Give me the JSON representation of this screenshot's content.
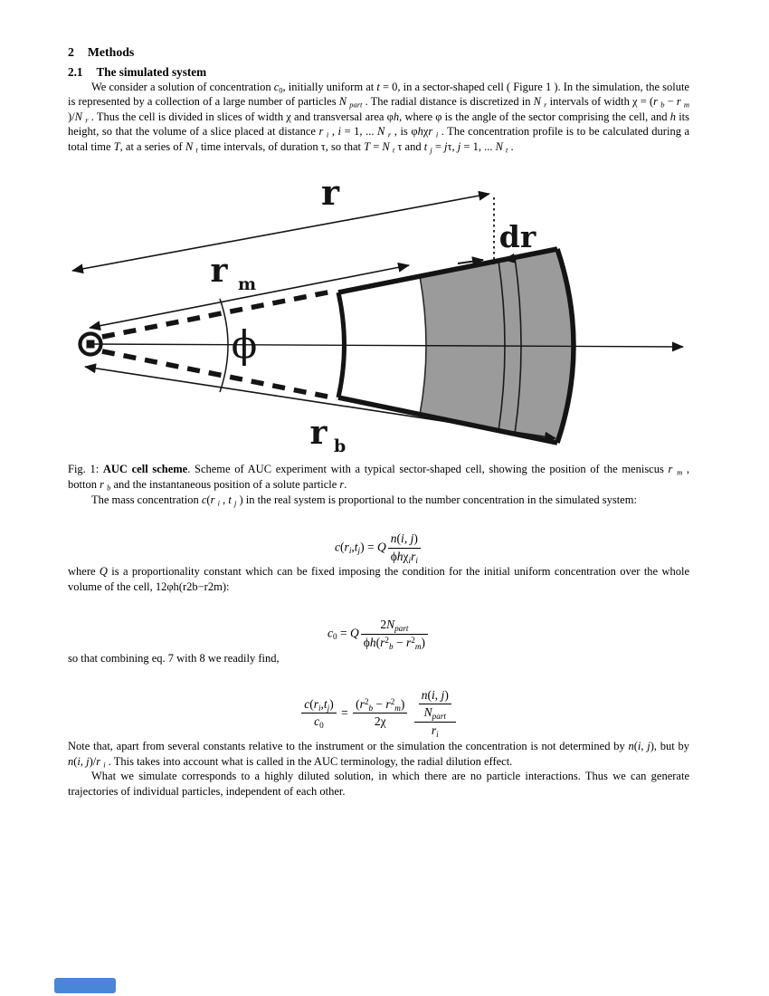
{
  "section": {
    "number": "2",
    "title": "Methods"
  },
  "subsection": {
    "number": "2.1",
    "title": "The simulated system"
  },
  "para1": "We consider a solution of concentration <i>c</i><sub>0</sub>, initially uniform at <i>t</i> = 0, in a sector-shaped cell ( Figure 1 ).  In the simulation, the solute is represented by a collection of a large number of particles <i>N</i> <sub><i>part</i></sub> . The radial distance is discretized in <i>N</i> <sub><i>r</i></sub> intervals of width χ = (<i>r</i> <sub><i>b</i></sub> − <i>r</i> <sub><i>m</i></sub> )/<i>N</i> <sub><i>r</i></sub> . Thus the cell is divided in slices of width χ and transversal area φ<i>h</i>, where φ is the angle of the sector comprising the cell, and <i>h</i> its height, so that the volume of a slice placed at distance <i>r</i> <sub><i>i</i></sub> , <i>i</i> = 1, ... <i>N</i> <sub><i>r</i></sub> , is φ<i>h</i>χ<i>r</i> <sub><i>i</i></sub> . The concentration profile is to be calculated during a total time <i>T</i>, at a series of <i>N</i> <sub><i>t</i></sub> time intervals, of duration τ, so that <i>T</i> = <i>N</i> <sub><i>t</i></sub> τ and <i>t</i> <sub><i>j</i></sub> = <i>j</i>τ, <i>j</i> = 1, ... <i>N</i> <sub><i>t</i></sub> .",
  "figure": {
    "labels": {
      "r": "r",
      "dr": "dr",
      "rm_base": "r",
      "rm_sub": "m",
      "rb_base": "r",
      "rb_sub": "b",
      "phi": "ϕ"
    },
    "shade_color": "#9b9b9b",
    "line_color": "#141414"
  },
  "caption": "Fig. 1: <b>AUC cell scheme</b>.  Scheme of AUC experiment with a typical sector-shaped cell, showing the position of the meniscus <i>r</i> <sub><i>m</i></sub> , botton <i>r</i> <sub><i>b</i></sub> and the instantaneous position of a solute particle <i>r</i>.",
  "para2": "The mass concentration <i>c</i>(<i>r</i> <sub><i>i</i></sub> , <i>t</i> <sub><i>j</i></sub> ) in the real system is proportional to the number concentration in the simulated system:",
  "eq7": "<i>c</i>(<i>r</i><sub><i>i</i></sub>,<i>t</i><sub><i>j</i></sub>) = <i>Q</i><span class='frac'><span class='num'><i>n</i>(<i>i</i>, <i>j</i>)</span><span class='den'>ϕ<i>h</i>χ<sub><i>i</i></sub><i>r</i><sub><i>i</i></sub></span></span>",
  "para3": "where <i>Q</i> is a proportionality constant which can be fixed imposing the condition for the initial uniform concentration over the whole volume of the cell, 12φh(r2b−r2m):",
  "eq8": "<i>c</i><sub>0</sub> = <i>Q</i><span class='frac'><span class='num'>2<i>N</i><sub><i>part</i></sub></span><span class='den'>ϕ<i>h</i>(<i>r</i><sup>2</sup><sub><i>b</i></sub> − <i>r</i><sup>2</sup><sub><i>m</i></sub>)</span></span>",
  "para4": "so that combining eq. 7 with 8 we readily find,",
  "eq9": "<span class='frac'><span class='num'><i>c</i>(<i>r</i><sub><i>i</i></sub>,<i>t</i><sub><i>j</i></sub>)</span><span class='den'><i>c</i><sub>0</sub></span></span> = <span class='frac'><span class='num'>(<i>r</i><sup>2</sup><sub><i>b</i></sub> − <i>r</i><sup>2</sup><sub><i>m</i></sub>)</span><span class='den'>2χ</span></span> <span class='frac'><span class='num'><span class='frac'><span class='num'><i>n</i>(<i>i</i>, <i>j</i>)</span><span class='den'><i>N</i><sub><i>part</i></sub></span></span></span><span class='den'><i>r</i><sub><i>i</i></sub></span></span>",
  "para5": "Note that, apart from several constants relative to the instrument or the simulation the concentration is not determined by <i>n</i>(<i>i, j</i>), but by <i>n</i>(<i>i, j</i>)/<i>r</i> <sub><i>i</i></sub> . This takes into account what is called in the AUC terminology, the radial dilution effect.",
  "para6": "What we simulate corresponds to a highly diluted solution, in which there are no particle interactions.  Thus we can generate trajectories of individual particles, independent of each other.",
  "badge": {
    "color": "#4a86d8"
  }
}
